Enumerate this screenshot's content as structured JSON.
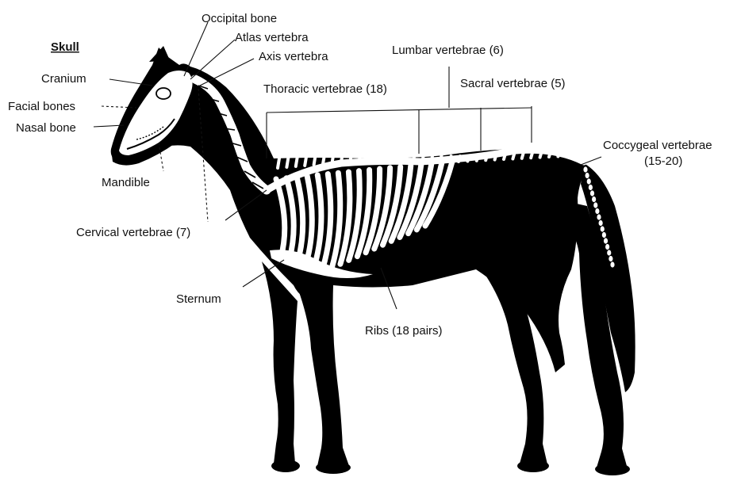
{
  "labels": {
    "skull": "Skull",
    "cranium": "Cranium",
    "facial_bones": "Facial bones",
    "nasal_bone": "Nasal bone",
    "mandible": "Mandible",
    "occipital_bone": "Occipital bone",
    "atlas_vertebra": "Atlas vertebra",
    "axis_vertebra": "Axis vertebra",
    "thoracic_vertebrae": "Thoracic vertebrae (18)",
    "lumbar_vertebrae": "Lumbar vertebrae (6)",
    "sacral_vertebrae": "Sacral vertebrae (5)",
    "coccygeal_vertebrae": "Coccygeal vertebrae",
    "coccygeal_count": "(15-20)",
    "cervical_vertebrae": "Cervical vertebrae (7)",
    "sternum": "Sternum",
    "ribs": "Ribs (18 pairs)"
  }
}
